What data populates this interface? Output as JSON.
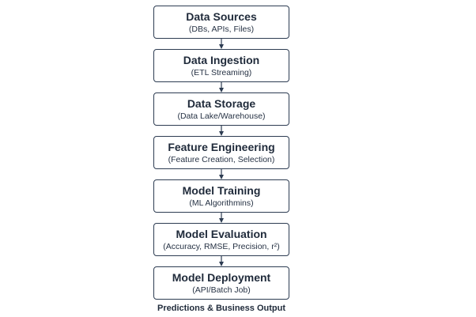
{
  "steps": [
    {
      "title": "Data Sources",
      "subtitle": "(DBs, APIs, Files)"
    },
    {
      "title": "Data Ingestion",
      "subtitle": "(ETL Streaming)"
    },
    {
      "title": "Data Storage",
      "subtitle": "(Data Lake/Warehouse)"
    },
    {
      "title": "Feature Engineering",
      "subtitle": "(Feature Creation, Selection)"
    },
    {
      "title": "Model Training",
      "subtitle": "(ML Algorithmins)"
    },
    {
      "title": "Model Evaluation",
      "subtitle": "(Accuracy, RMSE, Precision, r²)"
    },
    {
      "title": "Model Deployment",
      "subtitle": "(API/Batch Job)"
    }
  ],
  "output_label": "Predictions & Business Output",
  "colors": {
    "border": "#2d3c52",
    "text": "#1f2a3a",
    "arrow": "#2d3c52"
  }
}
